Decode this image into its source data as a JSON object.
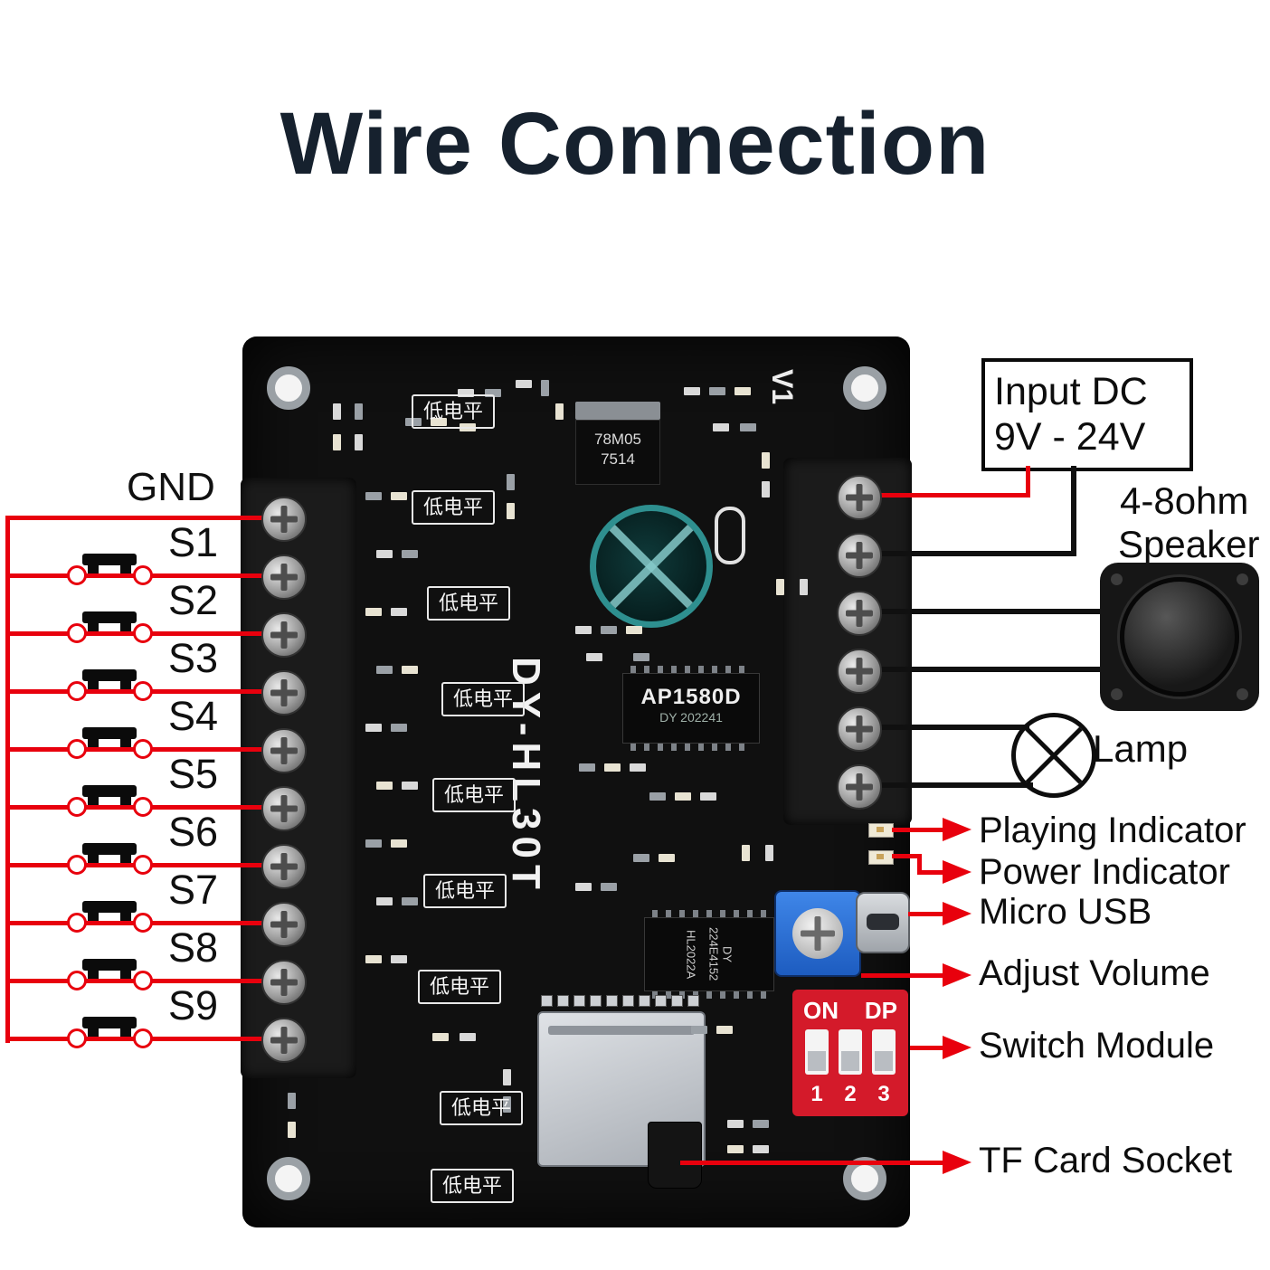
{
  "title": "Wire Connection",
  "colors": {
    "wire_red": "#e8000d",
    "title_text": "#16212e",
    "dip_red": "#d41a2a",
    "pot_blue": "#2f74d8",
    "board_black": "#101010"
  },
  "left": {
    "gnd_label": "GND",
    "switch_labels": [
      "S1",
      "S2",
      "S3",
      "S4",
      "S5",
      "S6",
      "S7",
      "S8",
      "S9"
    ]
  },
  "right": {
    "input_box": {
      "line1": "Input DC",
      "line2": "9V - 24V"
    },
    "speaker": {
      "line1": "4-8ohm",
      "line2": "Speaker"
    },
    "lamp_label": "Lamp",
    "annotations": [
      "Playing Indicator",
      "Power Indicator",
      "Micro USB",
      "Adjust Volume",
      "Switch Module",
      "TF Card Socket"
    ]
  },
  "board": {
    "version_label": "V1",
    "model_label": "DY-HL30T",
    "low_level_label": "低电平",
    "regulator": {
      "line1": "78M05",
      "line2": "7514"
    },
    "chip": {
      "line1": "AP1580D",
      "line2": "DY 202241"
    },
    "chip2": {
      "line1": "HL2022A",
      "line2": "DY 224E4152"
    },
    "dip": {
      "on": "ON",
      "dp": "DP",
      "numbers": [
        "1",
        "2",
        "3"
      ]
    }
  }
}
